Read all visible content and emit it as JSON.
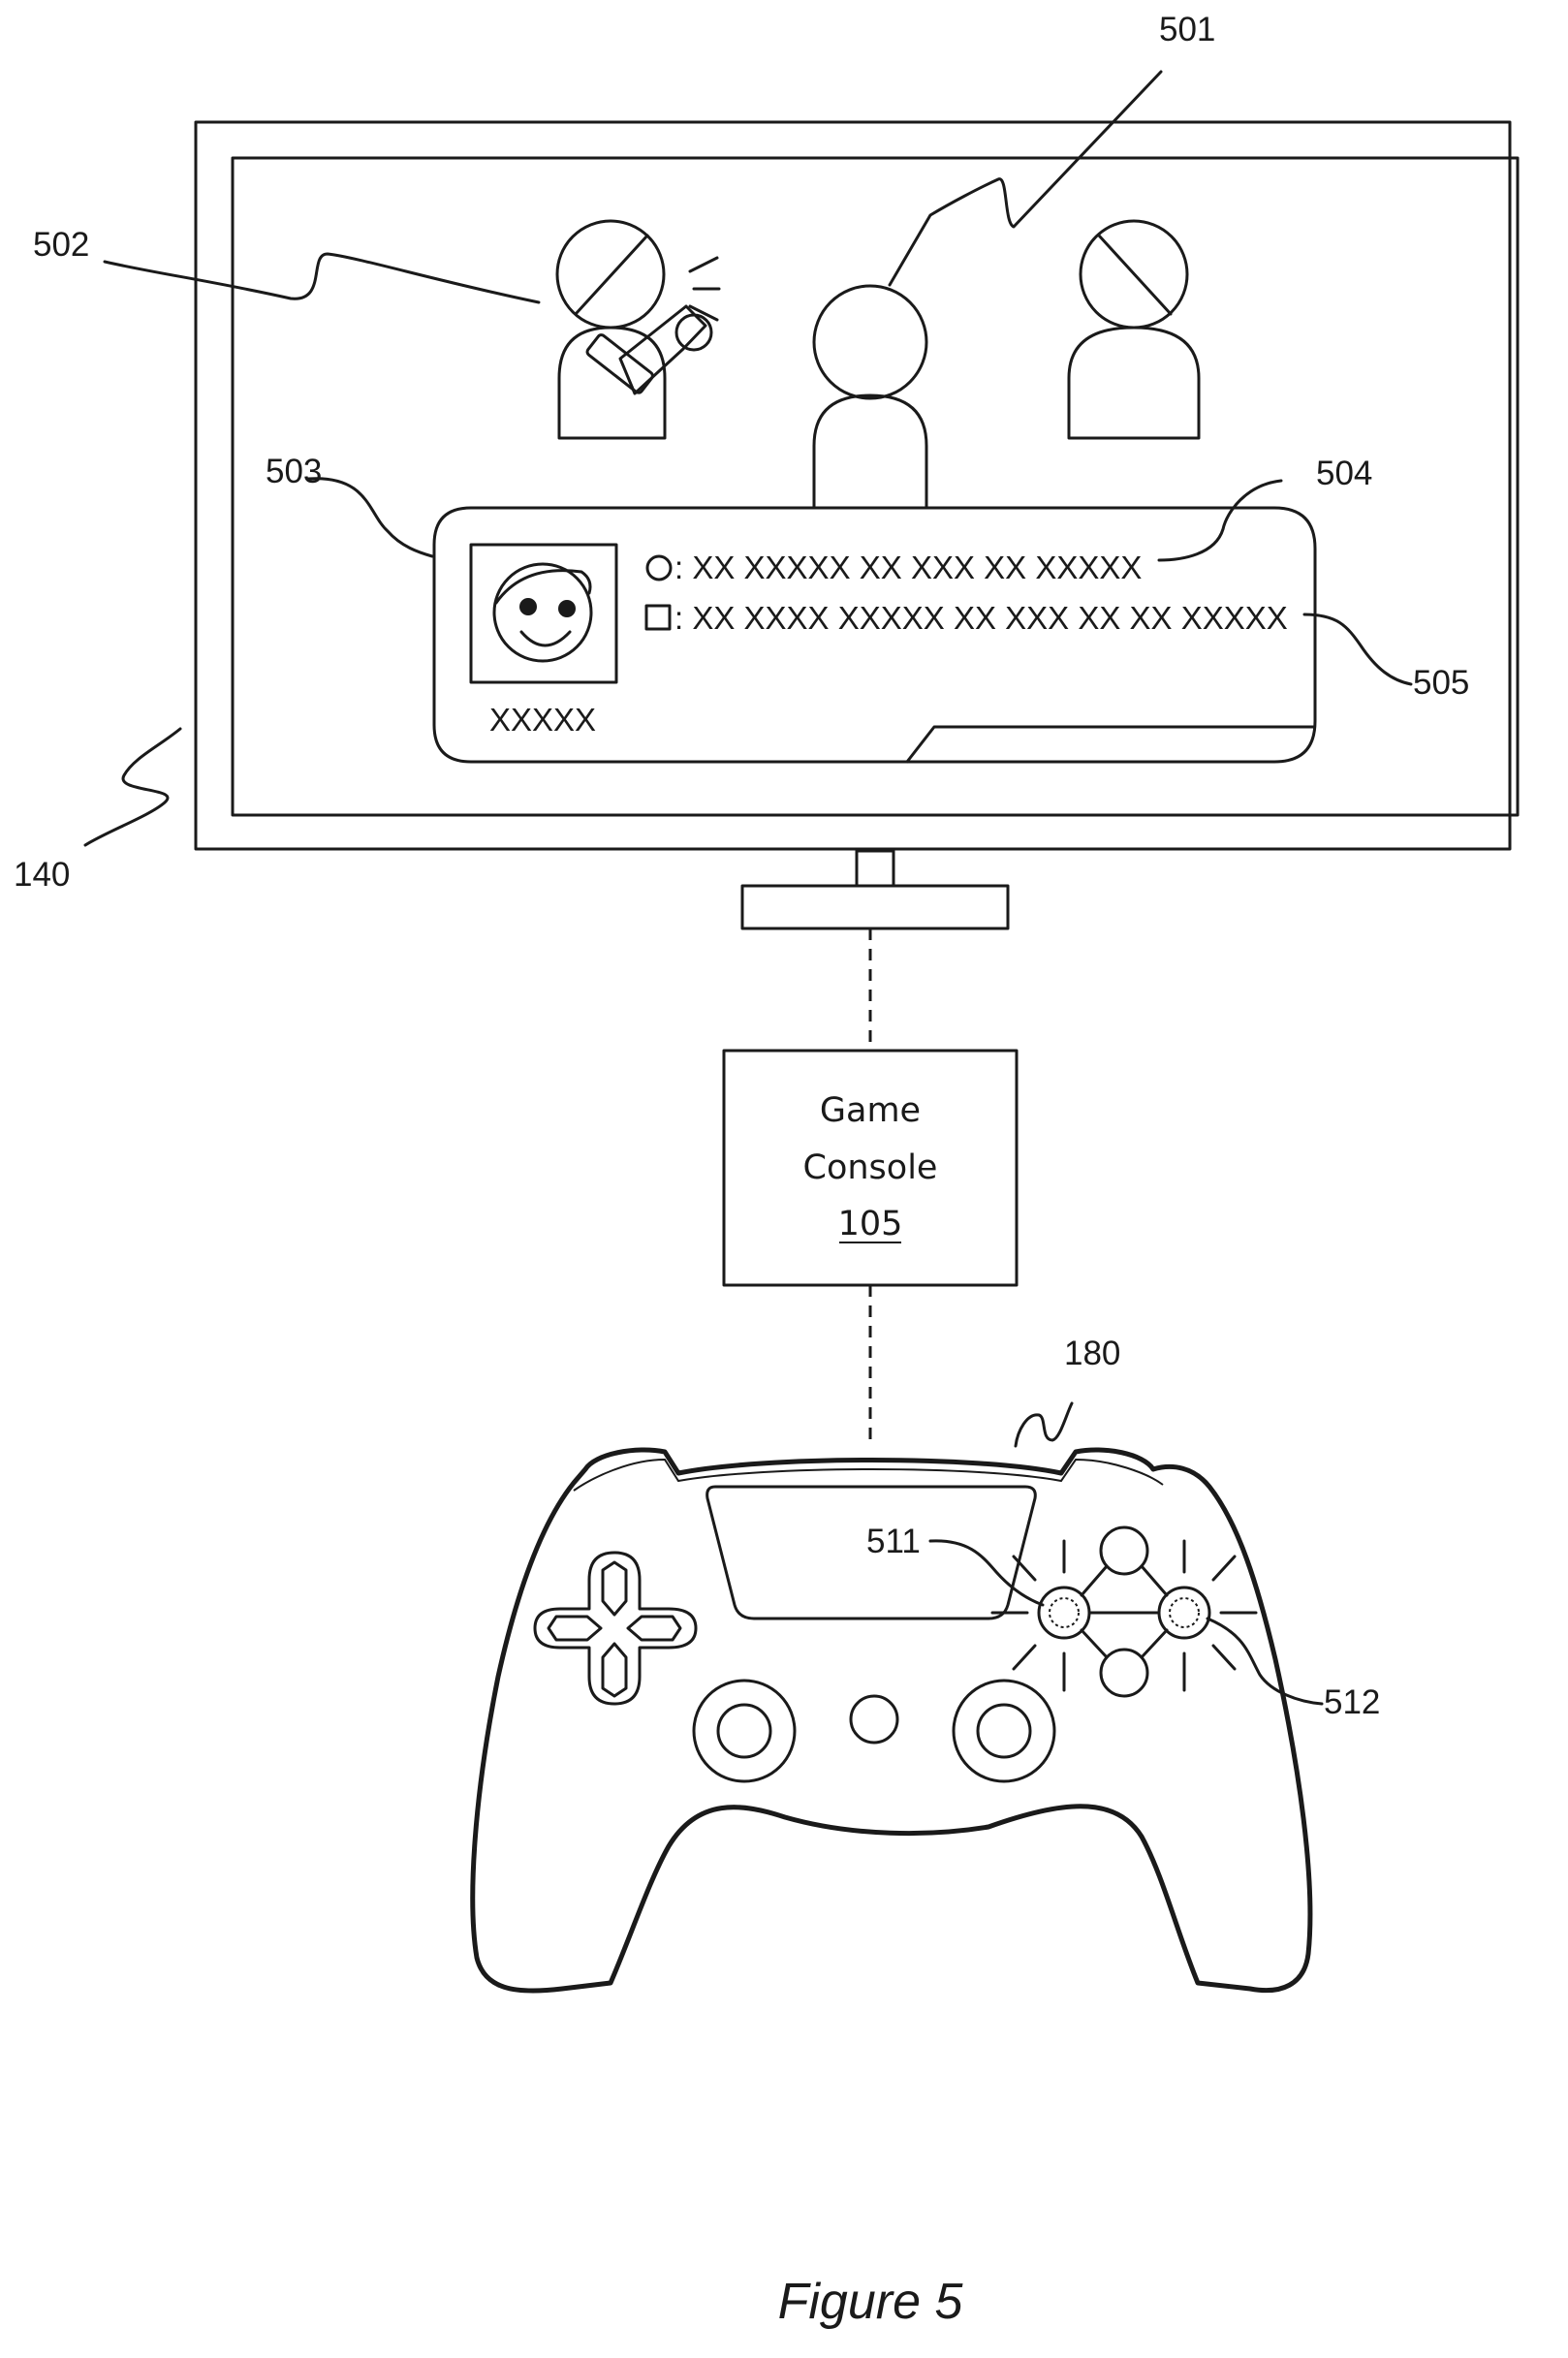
{
  "labels": {
    "ref_501": "501",
    "ref_502": "502",
    "ref_503": "503",
    "ref_504": "504",
    "ref_505": "505",
    "ref_140": "140",
    "ref_180": "180",
    "ref_511": "511",
    "ref_512": "512"
  },
  "popup": {
    "option_circle_text": ": XX XXXXX XX XXX XX XXXXX",
    "option_square_text": ": XX XXXX XXXXX XX XXX XX XX XXXXX",
    "username": "XXXXX"
  },
  "console": {
    "line1": "Game",
    "line2": "Console",
    "ref": "105"
  },
  "caption": "Figure 5"
}
